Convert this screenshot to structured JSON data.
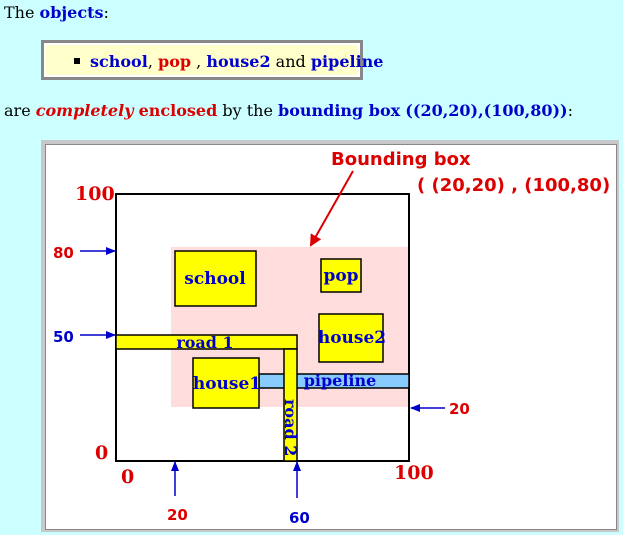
{
  "intro": {
    "prefix": "The ",
    "objects_word": "objects",
    "colon": ":"
  },
  "object_list": {
    "school": "school",
    "comma": ",",
    "pop": "pop",
    "comma2": " ,",
    "house2": "house2",
    "and": "and",
    "pipeline": "pipeline"
  },
  "statement": {
    "are": "are ",
    "completely": "completely",
    "enclosed": "enclosed",
    "by_the": " by the ",
    "bounding_box": "bounding box",
    "coords": "((20,20),(100,80))",
    "colon": ":"
  },
  "diagram": {
    "title_line1": "Bounding box",
    "title_line2": "( (20,20) , (100,80) )",
    "axis": {
      "y_top": "100",
      "y_bottom": "0",
      "x_left": "0",
      "x_right": "100"
    },
    "markers": {
      "y80": "80",
      "y50": "50",
      "x20": "20",
      "x60": "60",
      "right20": "20"
    },
    "labels": {
      "school": "school",
      "pop": "pop",
      "house2": "house2",
      "house1": "house1",
      "road1": "road 1",
      "road2": "road 2",
      "pipeline": "pipeline"
    },
    "colors": {
      "frame": "#000000",
      "bbox_fill": "#ffdddd",
      "object_fill": "#ffff00",
      "pipeline_fill": "#88ccff",
      "label_blue": "#0000cc",
      "label_red": "#dd0000"
    }
  }
}
